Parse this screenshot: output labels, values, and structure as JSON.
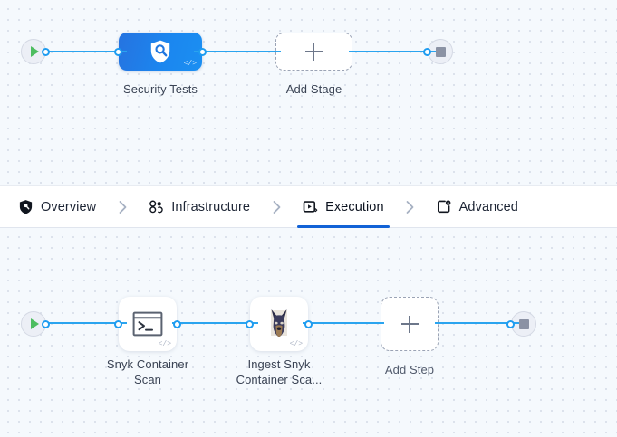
{
  "stage_canvas": {
    "name": "pipeline-stage-canvas",
    "start_node": {
      "icon": "play-icon",
      "label": ""
    },
    "end_node": {
      "icon": "stop-icon",
      "label": ""
    },
    "nodes": [
      {
        "id": "security-tests",
        "label": "Security Tests",
        "icon": "shield-search-icon",
        "type": "stage",
        "badge": "</>"
      },
      {
        "id": "add-stage",
        "label": "Add Stage",
        "icon": "plus-icon",
        "type": "add"
      }
    ]
  },
  "tabs": {
    "items": [
      {
        "id": "overview",
        "label": "Overview",
        "icon": "shield-icon",
        "active": false
      },
      {
        "id": "infrastructure",
        "label": "Infrastructure",
        "icon": "nodes-cluster-icon",
        "active": false
      },
      {
        "id": "execution",
        "label": "Execution",
        "icon": "play-box-icon",
        "active": true
      },
      {
        "id": "advanced",
        "label": "Advanced",
        "icon": "card-gear-icon",
        "active": false
      }
    ],
    "separator": "chevron-right-icon"
  },
  "step_canvas": {
    "name": "pipeline-step-canvas",
    "start_node": {
      "icon": "play-icon"
    },
    "end_node": {
      "icon": "stop-icon"
    },
    "nodes": [
      {
        "id": "snyk-container-scan",
        "label_line1": "Snyk Container",
        "label_line2": "Scan",
        "icon": "terminal-icon",
        "type": "step",
        "badge": "</>"
      },
      {
        "id": "ingest-snyk-container-scan",
        "label_line1": "Ingest Snyk",
        "label_line2": "Container Sca...",
        "icon": "datadog-doberman-icon",
        "type": "step",
        "badge": "</>"
      },
      {
        "id": "add-step",
        "label_line1": "Add Step",
        "label_line2": "",
        "icon": "plus-icon",
        "type": "add"
      }
    ]
  },
  "colors": {
    "accent_blue": "#1e9cf0",
    "stage_blue": "#1b86ef",
    "active_tab": "#1162d6",
    "play_green": "#4dbd60",
    "stop_grey": "#8b92a4",
    "canvas_bg": "#f5f9fd",
    "dot_grid": "#d3dae6"
  }
}
